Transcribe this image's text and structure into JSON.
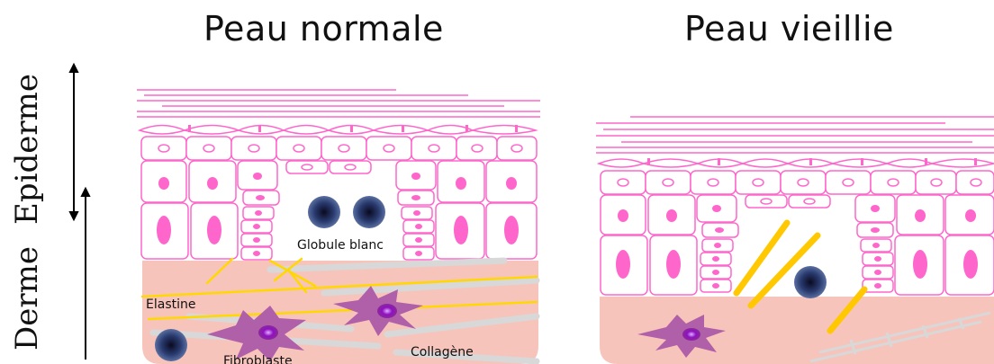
{
  "titles": {
    "normal": "Peau normale",
    "aged": "Peau vieillie"
  },
  "layers": {
    "epidermis": "Epiderme",
    "dermis": "Derme"
  },
  "labels": {
    "white_cell": "Globule blanc",
    "elastin": "Elastine",
    "collagen": "Collagène",
    "fibroblast": "Fibroblaste"
  },
  "colors": {
    "cell_outline": "#ff66cc",
    "nucleus": "#ff66cc",
    "dermis": "#f7c4bc",
    "elastin": "#ffd800",
    "collagen": "#d8d8d8",
    "fibroblast": "#b060a8",
    "white_cell": "#1f2f5f"
  }
}
